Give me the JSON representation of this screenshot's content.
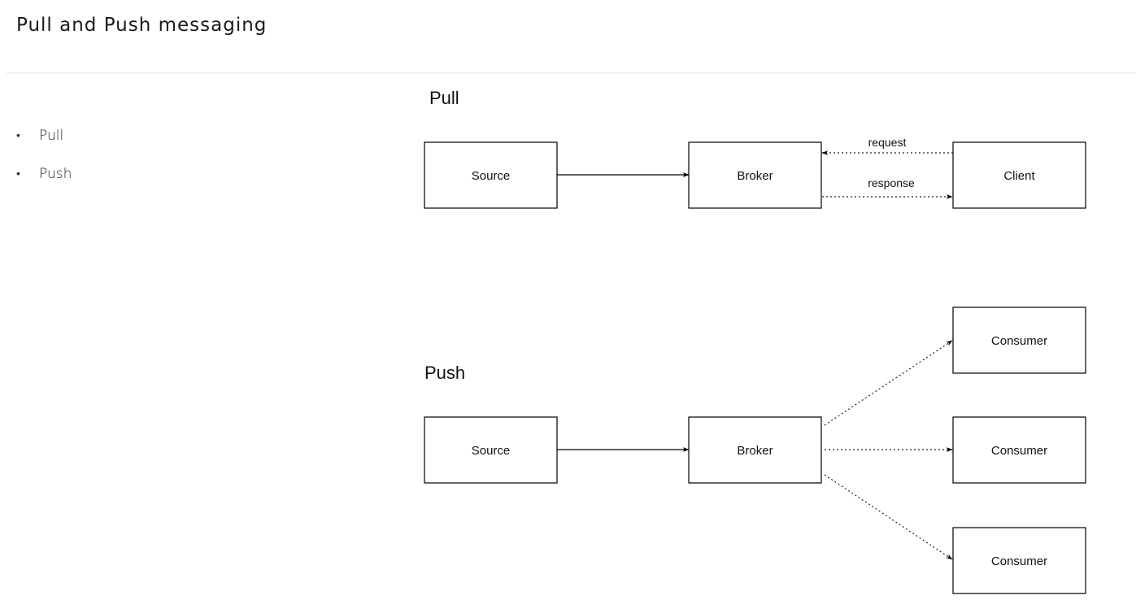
{
  "page": {
    "title": "Pull and Push messaging",
    "bullets": [
      "Pull",
      "Push"
    ]
  },
  "diagram": {
    "pull": {
      "heading": "Pull",
      "source": "Source",
      "broker": "Broker",
      "client": "Client",
      "request_label": "request",
      "response_label": "response"
    },
    "push": {
      "heading": "Push",
      "source": "Source",
      "broker": "Broker",
      "consumers": [
        "Consumer",
        "Consumer",
        "Consumer"
      ]
    }
  }
}
